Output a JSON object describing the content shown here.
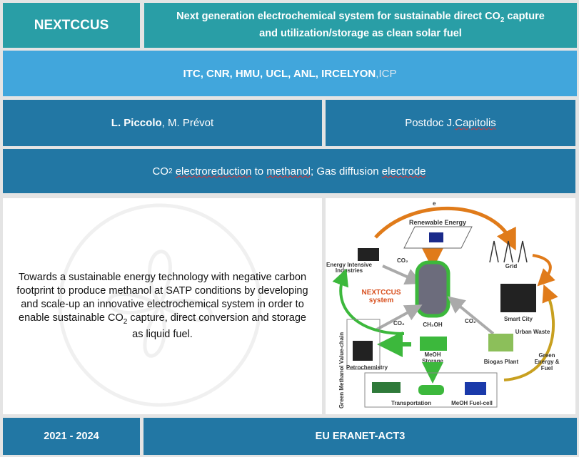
{
  "header": {
    "acronym": "NEXTCCUS",
    "title_part1": "Next generation electrochemical system for sustainable direct CO",
    "title_sub": "2",
    "title_part2": " capture",
    "title_line2": "and utilization/storage as clean solar fuel"
  },
  "partners": {
    "bold": "ITC, CNR, HMU, UCL, ANL, IRCELYON",
    "sep": ",",
    "light": " ICP"
  },
  "people": {
    "lead_bold": "L. Piccolo",
    "lead_rest": ", M. Prévot",
    "postdoc_prefix": "Postdoc J. ",
    "postdoc_name": "Capitolis"
  },
  "keywords": {
    "co": "CO",
    "sub": "2",
    "w1": "electroreduction",
    "to": " to ",
    "w2": "methanol",
    "rest": "; Gas diffusion ",
    "w3": "electrode"
  },
  "description": {
    "part1": "Towards a sustainable energy technology with negative carbon footprint to produce methanol at SATP conditions by developing and scale-up an innovative electrochemical system in order to enable sustainable CO",
    "sub": "2",
    "part2": " capture, direct conversion and storage as liquid fuel."
  },
  "diagram": {
    "renewable": "Renewable Energy",
    "industries1": "Energy Intensive",
    "industries2": "Industries",
    "grid": "Grid",
    "system1": "NEXTCCUS",
    "system2": "system",
    "smart_city": "Smart City",
    "urban_waste": "Urban Waste",
    "co2": "CO₂",
    "ch3oh": "CH₃OH",
    "meoh1": "MeOH",
    "meoh2": "Storage",
    "biogas": "Biogas Plant",
    "green1": "Green",
    "green2": "Energy &",
    "green3": "Fuel",
    "petro": "Petrochemistry",
    "transport": "Transportation",
    "fuelcell": "MeOH Fuel-cell",
    "valuechain": "Green Methanol Value-chain",
    "e": "e"
  },
  "footer": {
    "years": "2021 - 2024",
    "program": "EU ERANET-ACT3"
  }
}
